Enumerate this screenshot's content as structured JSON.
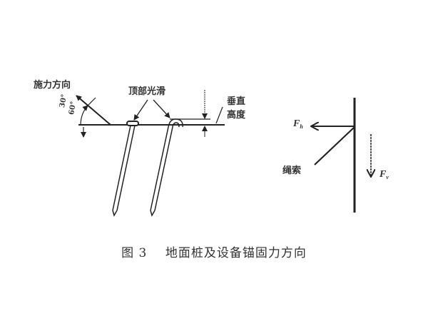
{
  "figure": {
    "left": {
      "force_direction_label": "施力方向",
      "angle_30": "30°",
      "angle_60": "60°",
      "smooth_top_label": "顶部光滑",
      "vertical_height_label_1": "垂直",
      "vertical_height_label_2": "高度"
    },
    "right": {
      "fh_label": "F",
      "fh_sub": "h",
      "fv_label": "F",
      "fv_sub": "v",
      "rope_label": "绳索"
    },
    "caption_number": "图 3",
    "caption_text": "地面桩及设备锚固力方向"
  }
}
